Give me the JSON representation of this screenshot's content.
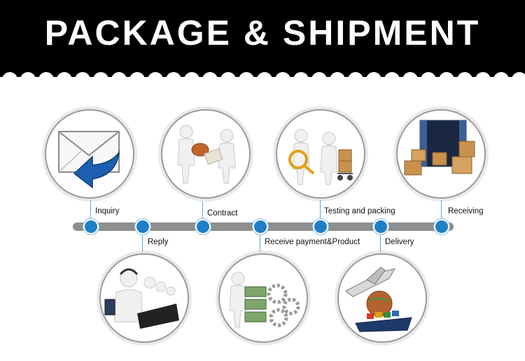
{
  "banner": {
    "title": "PACKAGE & SHIPMENT"
  },
  "steps": [
    {
      "label": "Inquiry",
      "icon": "envelope-reply-icon"
    },
    {
      "label": "Reply",
      "icon": "call-center-icon"
    },
    {
      "label": "Contract",
      "icon": "contract-signing-icon"
    },
    {
      "label": "Receive payment&Product",
      "icon": "payment-gears-icon"
    },
    {
      "label": "Testing and packing",
      "icon": "inspection-packing-icon"
    },
    {
      "label": "Delivery",
      "icon": "plane-ship-icon"
    },
    {
      "label": "Receiving",
      "icon": "container-boxes-icon"
    }
  ],
  "colors": {
    "banner_bg": "#000000",
    "timeline": "#8e8e8e",
    "dot": "#1f7fc6",
    "connector": "#5aa6dc"
  }
}
